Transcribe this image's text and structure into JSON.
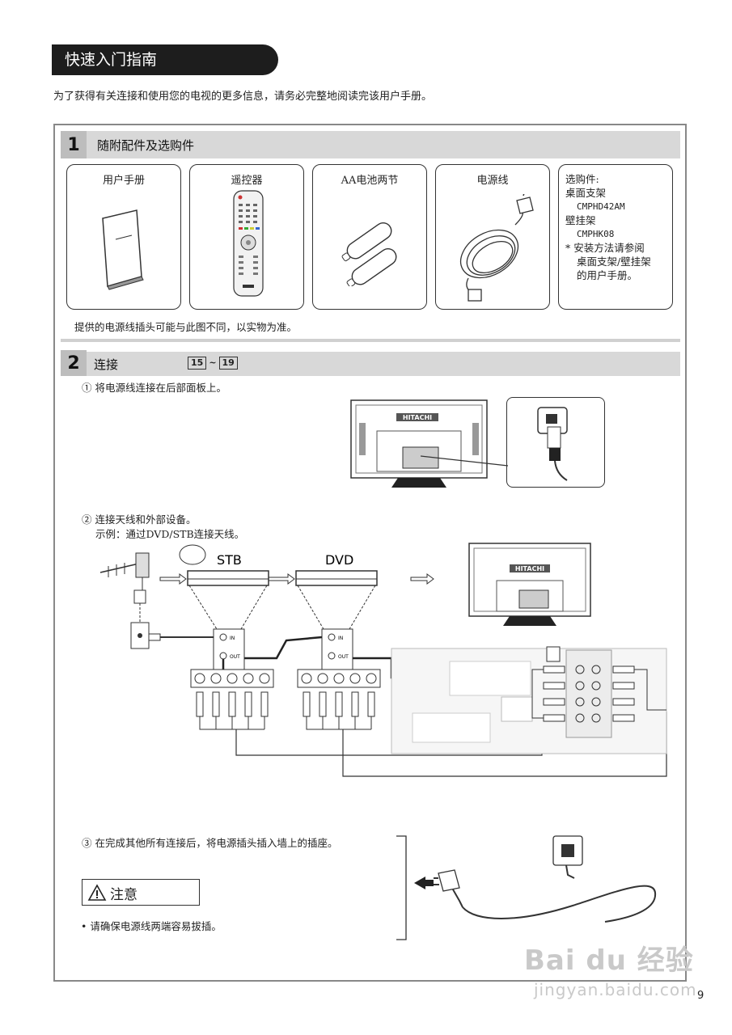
{
  "header": {
    "title": "快速入门指南"
  },
  "intro": "为了获得有关连接和使用您的电视的更多信息，请务必完整地阅读完该用户手册。",
  "section1": {
    "number": "1",
    "title": "随附配件及选购件",
    "cards": [
      {
        "label": "用户手册",
        "icon": "manual-icon"
      },
      {
        "label": "遥控器",
        "icon": "remote-control-icon"
      },
      {
        "label": "AA电池两节",
        "icon": "battery-icon"
      },
      {
        "label": "电源线",
        "icon": "power-cord-icon"
      }
    ],
    "options": {
      "heading": "选购件:",
      "line1": "桌面支架",
      "line2": "CMPHD42AM",
      "line3": "壁挂架",
      "line4": "CMPHK08",
      "line5": "* 安装方法请参阅",
      "line6": "桌面支架/壁挂架",
      "line7": "的用户手册。"
    },
    "note": "提供的电源线插头可能与此图不同，以实物为准。"
  },
  "section2": {
    "number": "2",
    "title": "连接",
    "page_ref_start": "15",
    "page_ref_sep": "~",
    "page_ref_end": "19",
    "step1": "① 将电源线连接在后部面板上。",
    "step2": "② 连接天线和外部设备。",
    "step2_example": "示例：通过DVD/STB连接天线。",
    "step3": "③ 在完成其他所有连接后，将电源插头插入墙上的插座。",
    "device_stb": "STB",
    "device_dvd": "DVD",
    "brand": "HITACHI",
    "port_in": "IN",
    "port_out": "OUT"
  },
  "caution": {
    "title": "注意",
    "bullet": "• 请确保电源线两端容易拔插。"
  },
  "page_number": "9",
  "watermark": {
    "line1": "Bai du 经验",
    "line2": "jingyan.baidu.com"
  }
}
